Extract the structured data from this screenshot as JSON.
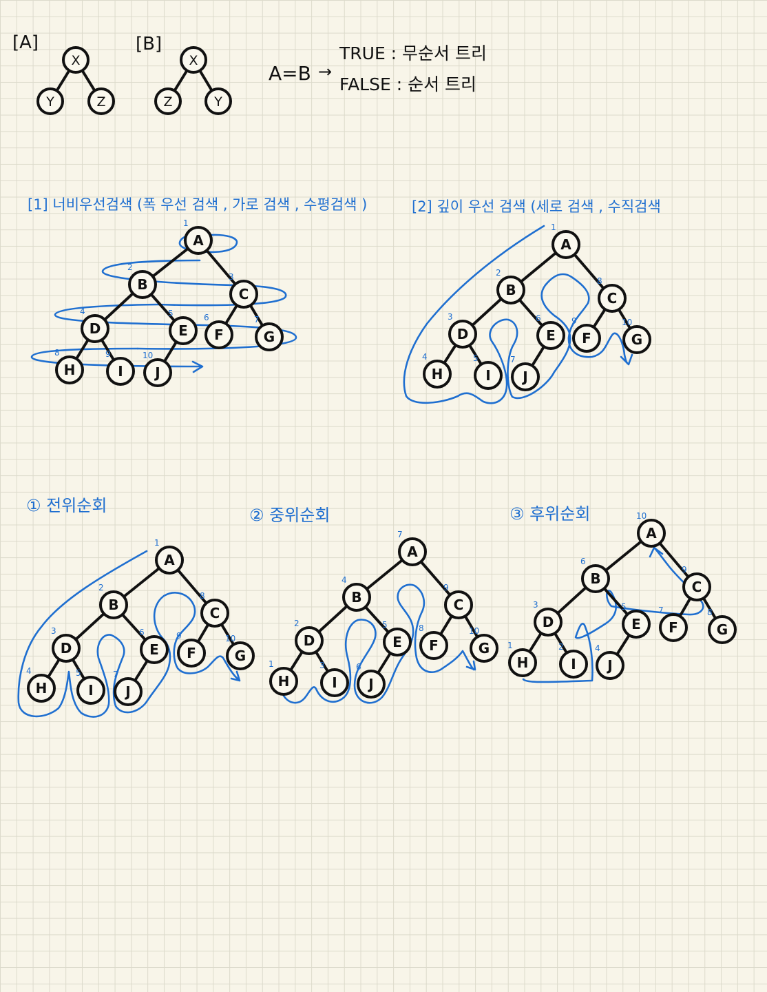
{
  "top": {
    "tree_a_label": "[A]",
    "tree_b_label": "[B]",
    "tree_a": {
      "root": "X",
      "left": "Y",
      "right": "Z"
    },
    "tree_b": {
      "root": "X",
      "left": "Z",
      "right": "Y"
    },
    "equation": "A=B",
    "arrow": "→",
    "true_line": "TRUE : 무순서 트리",
    "false_line": "FALSE : 순서 트리"
  },
  "nodes": [
    "A",
    "B",
    "C",
    "D",
    "E",
    "F",
    "G",
    "H",
    "I",
    "J"
  ],
  "sections": [
    {
      "id": "bfs",
      "title": "[1] 너비우선검색 (폭 우선 검색 , 가로 검색 , 수평검색 )",
      "order": {
        "A": "1",
        "B": "2",
        "C": "3",
        "D": "4",
        "E": "5",
        "F": "6",
        "G": "7",
        "H": "8",
        "I": "9",
        "J": "10"
      }
    },
    {
      "id": "dfs",
      "title": "[2] 깊이 우선 검색 (세로 검색 , 수직검색",
      "order": {
        "A": "1",
        "B": "2",
        "D": "3",
        "H": "4",
        "I": "5",
        "E": "6",
        "J": "7",
        "C": "8",
        "F": "9",
        "G": "10"
      }
    },
    {
      "id": "preorder",
      "title": "① 전위순회",
      "order": {
        "A": "1",
        "B": "2",
        "D": "3",
        "H": "4",
        "I": "5",
        "E": "6",
        "J": "7",
        "C": "8",
        "F": "9",
        "G": "10"
      }
    },
    {
      "id": "inorder",
      "title": "② 중위순회",
      "order": {
        "H": "1",
        "D": "2",
        "I": "3",
        "B": "4",
        "E": "5",
        "J": "6",
        "A": "7",
        "F": "8",
        "C": "9",
        "G": "10"
      }
    },
    {
      "id": "postorder",
      "title": "③ 후위순회",
      "order": {
        "H": "1",
        "I": "2",
        "D": "3",
        "J": "4",
        "E": "5",
        "B": "6",
        "F": "7",
        "G": "8",
        "C": "9",
        "A": "10"
      }
    }
  ],
  "colors": {
    "ink": "#111111",
    "annotation": "#1f6fd0",
    "paper": "#f8f5e9",
    "grid": "#dcdacb"
  }
}
